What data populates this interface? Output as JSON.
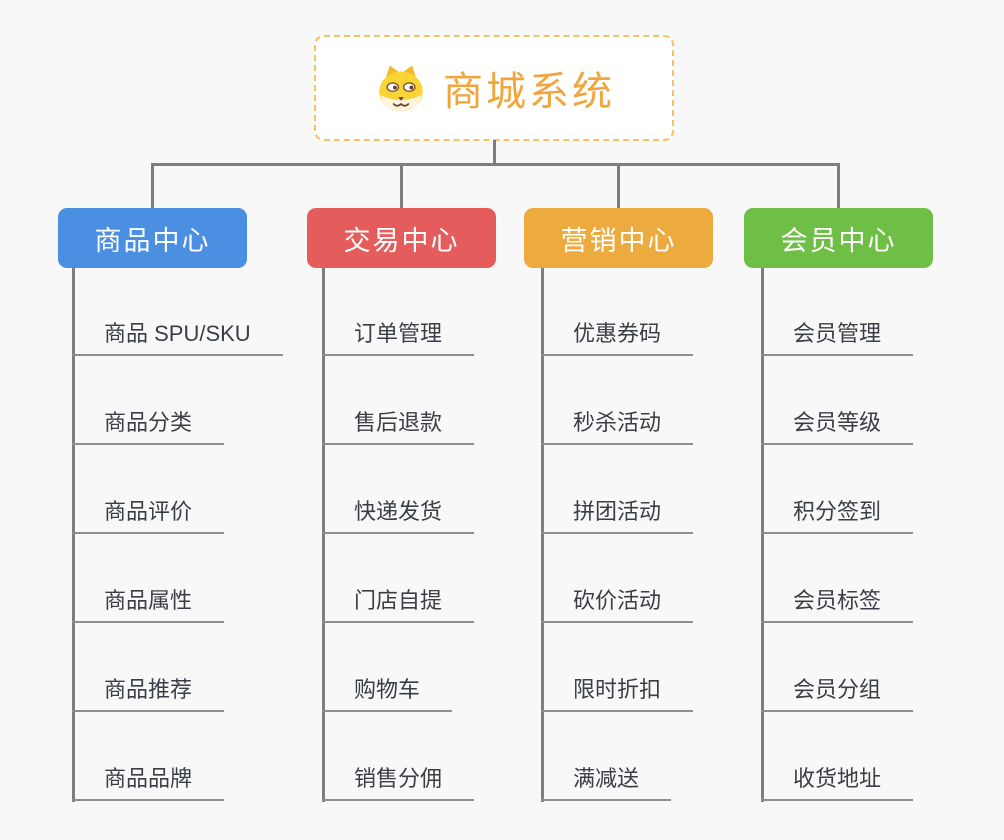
{
  "root": {
    "title": "商城系统",
    "icon": "dog-face-icon"
  },
  "branches": [
    {
      "label": "商品中心",
      "color": "#4b8fe2",
      "items": [
        "商品 SPU/SKU",
        "商品分类",
        "商品评价",
        "商品属性",
        "商品推荐",
        "商品品牌"
      ]
    },
    {
      "label": "交易中心",
      "color": "#e45c5c",
      "items": [
        "订单管理",
        "售后退款",
        "快递发货",
        "门店自提",
        "购物车",
        "销售分佣"
      ]
    },
    {
      "label": "营销中心",
      "color": "#edab3f",
      "items": [
        "优惠券码",
        "秒杀活动",
        "拼团活动",
        "砍价活动",
        "限时折扣",
        "满减送"
      ]
    },
    {
      "label": "会员中心",
      "color": "#6fbe45",
      "items": [
        "会员管理",
        "会员等级",
        "积分签到",
        "会员标签",
        "会员分组",
        "收货地址"
      ]
    }
  ],
  "colors": {
    "background": "#f8f8f8",
    "root_title": "#f0a63c",
    "root_border": "#f6c163",
    "connector": "#7e7e7e",
    "topic_underline": "#8e8e8e",
    "topic_text": "#3a3e45"
  }
}
